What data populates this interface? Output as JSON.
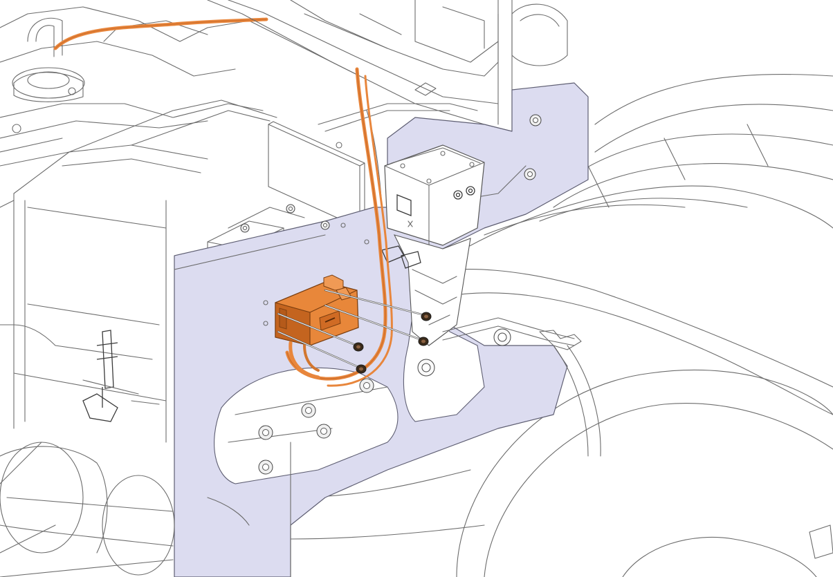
{
  "colors": {
    "background": "#ffffff",
    "line": "#6b6b6b",
    "bracket_plate": "#dcdcf0",
    "harness": "#e8863c",
    "harness_dark": "#b85a1c",
    "component_highlight": "#e8873a",
    "component_shadow": "#c4641f"
  },
  "parts": [
    {
      "id": "bracket-plate",
      "icon": "mounting-bracket"
    },
    {
      "id": "electronic-module",
      "icon": "connector-module",
      "highlighted": true
    },
    {
      "id": "pump-unit",
      "icon": "pump"
    },
    {
      "id": "fuel-tank",
      "icon": "tank"
    },
    {
      "id": "fender",
      "icon": "fender"
    },
    {
      "id": "wiring-harness",
      "icon": "cable"
    }
  ],
  "fasteners": {
    "screw_count": 4,
    "bolt_count": 10
  }
}
